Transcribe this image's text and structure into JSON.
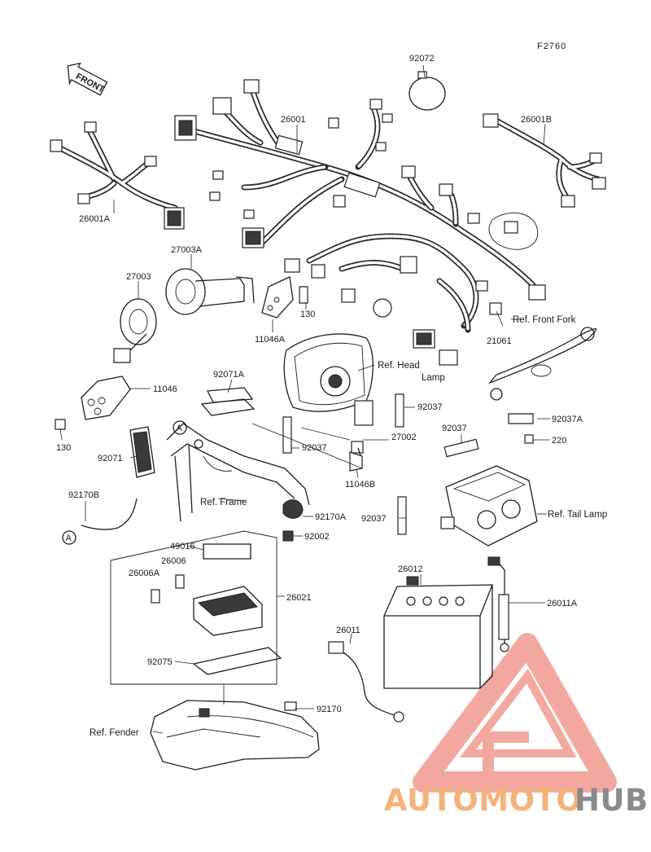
{
  "figure_code": "F2760",
  "front_arrow": "FRONT",
  "labels": {
    "p26001": "26001",
    "p26001A": "26001A",
    "p26001B": "26001B",
    "p92072": "92072",
    "p27003A": "27003A",
    "p27003": "27003",
    "p11046A": "11046A",
    "p130a": "130",
    "p21061": "21061",
    "p11046": "11046",
    "p130b": "130",
    "p92071A": "92071A",
    "p92037a": "92037",
    "p92037b": "92037",
    "p92037c": "92037",
    "p92037d": "92037",
    "p92037A": "92037A",
    "p220": "220",
    "p27002": "27002",
    "p11046B": "11046B",
    "p92071": "92071",
    "p92170B": "92170B",
    "p92170A": "92170A",
    "p92002": "92002",
    "p49016": "49016",
    "p26006": "26006",
    "p26006A": "26006A",
    "p26021": "26021",
    "p92075": "92075",
    "p26012": "26012",
    "p26011": "26011",
    "p26011A": "26011A",
    "p92170": "92170",
    "circleA1": "A",
    "circleA2": "A"
  },
  "refs": {
    "front_fork": "Ref. Front Fork",
    "head_lamp_1": "Ref. Head",
    "head_lamp_2": "Lamp",
    "frame": "Ref. Frame",
    "tail_lamp": "Ref. Tail Lamp",
    "fender": "Ref. Fender"
  },
  "watermark": {
    "part1": "AUTOMOTO",
    "part2": "HUB",
    "color1": "#f5b27a",
    "color2": "#8a8a8a",
    "logo_color": "#f29a8f"
  }
}
